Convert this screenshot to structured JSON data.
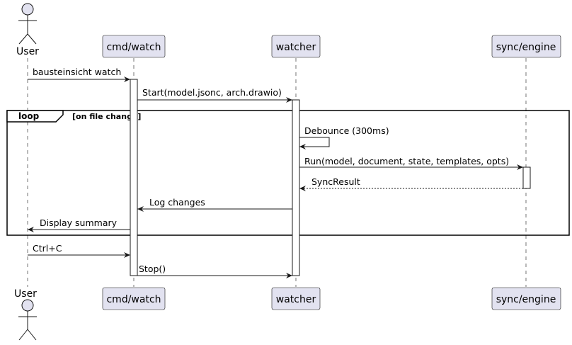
{
  "colors": {
    "participant_fill": "#e2e2f0",
    "participant_stroke": "#181818",
    "line": "#181818",
    "activation_fill": "#ffffff",
    "background": "#ffffff"
  },
  "participants": [
    {
      "id": "user",
      "label": "User",
      "kind": "actor",
      "icon": "person-icon"
    },
    {
      "id": "cmd",
      "label": "cmd/watch",
      "kind": "participant"
    },
    {
      "id": "watcher",
      "label": "watcher",
      "kind": "participant"
    },
    {
      "id": "engine",
      "label": "sync/engine",
      "kind": "participant"
    }
  ],
  "messages": [
    {
      "from": "user",
      "to": "cmd",
      "label": "bausteinsicht watch",
      "style": "solid"
    },
    {
      "from": "cmd",
      "to": "watcher",
      "label": "Start(model.jsonc, arch.drawio)",
      "style": "solid"
    },
    {
      "from": "watcher",
      "to": "watcher",
      "label": "Debounce (300ms)",
      "style": "solid"
    },
    {
      "from": "watcher",
      "to": "engine",
      "label": "Run(model, document, state, templates, opts)",
      "style": "solid"
    },
    {
      "from": "engine",
      "to": "watcher",
      "label": "SyncResult",
      "style": "dashed"
    },
    {
      "from": "watcher",
      "to": "cmd",
      "label": "Log changes",
      "style": "solid"
    },
    {
      "from": "cmd",
      "to": "user",
      "label": "Display summary",
      "style": "solid"
    },
    {
      "from": "user",
      "to": "cmd",
      "label": "Ctrl+C",
      "style": "solid"
    },
    {
      "from": "cmd",
      "to": "watcher",
      "label": "Stop()",
      "style": "solid"
    }
  ],
  "fragments": [
    {
      "keyword": "loop",
      "condition": "[on file change]",
      "first_message": 2,
      "last_message": 6
    }
  ]
}
